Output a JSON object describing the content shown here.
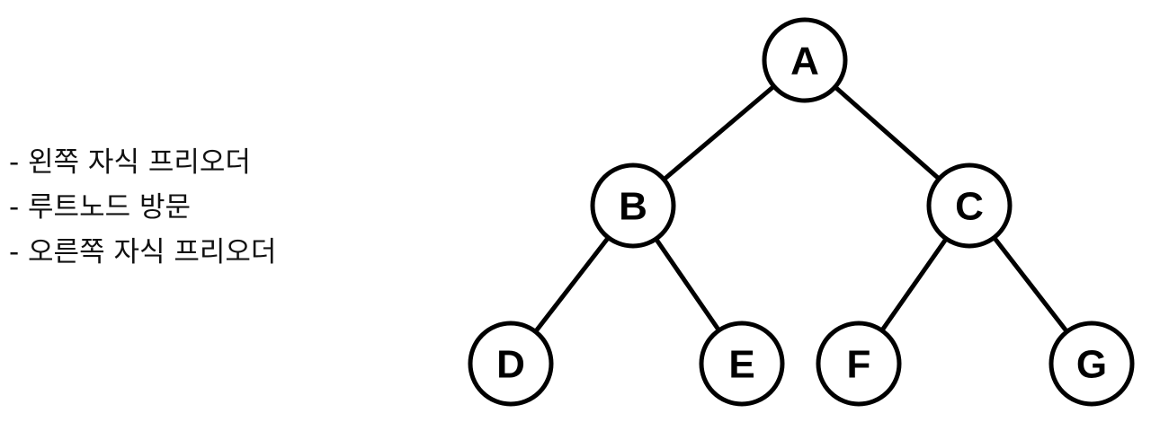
{
  "steps": [
    "- 왼쪽 자식 프리오더",
    "- 루트노드 방문",
    "- 오른쪽 자식 프리오더"
  ],
  "tree": {
    "nodes": [
      "A",
      "B",
      "C",
      "D",
      "E",
      "F",
      "G"
    ],
    "edges": [
      [
        "A",
        "B"
      ],
      [
        "A",
        "C"
      ],
      [
        "B",
        "D"
      ],
      [
        "B",
        "E"
      ],
      [
        "C",
        "F"
      ],
      [
        "C",
        "G"
      ]
    ]
  },
  "colors": {
    "stroke": "#000000",
    "node_fill": "#ffffff",
    "text": "#111111"
  }
}
